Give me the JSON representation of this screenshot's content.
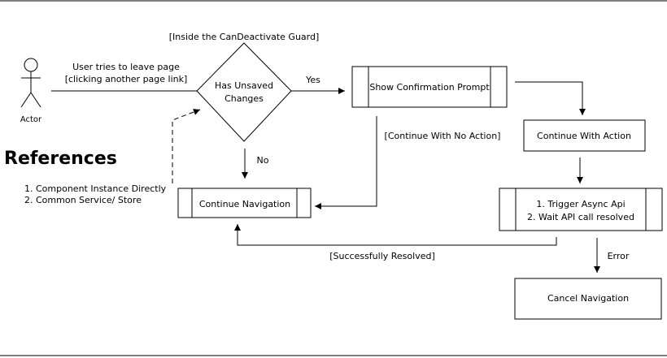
{
  "diagram": {
    "guard_label": "[Inside the CanDeactivate Guard]",
    "actor_label": "Actor",
    "actor_edge": [
      "User tries to leave page",
      "[clicking another page link]"
    ],
    "decision": [
      "Has Unsaved",
      "Changes"
    ],
    "yes_label": "Yes",
    "no_label": "No",
    "confirm_box": "Show Confirmation Prompt",
    "no_action_label": "[Continue With No Action]",
    "continue_action_box": "Continue With Action",
    "async_box": [
      "1. Trigger Async Api",
      "2. Wait API call resolved"
    ],
    "continue_nav_box": "Continue Navigation",
    "resolved_label": "[Successfully Resolved]",
    "error_label": "Error",
    "cancel_box": "Cancel Navigation",
    "references_title": "References",
    "references": [
      "1. Component Instance Directly",
      "2. Common Service/ Store"
    ]
  }
}
